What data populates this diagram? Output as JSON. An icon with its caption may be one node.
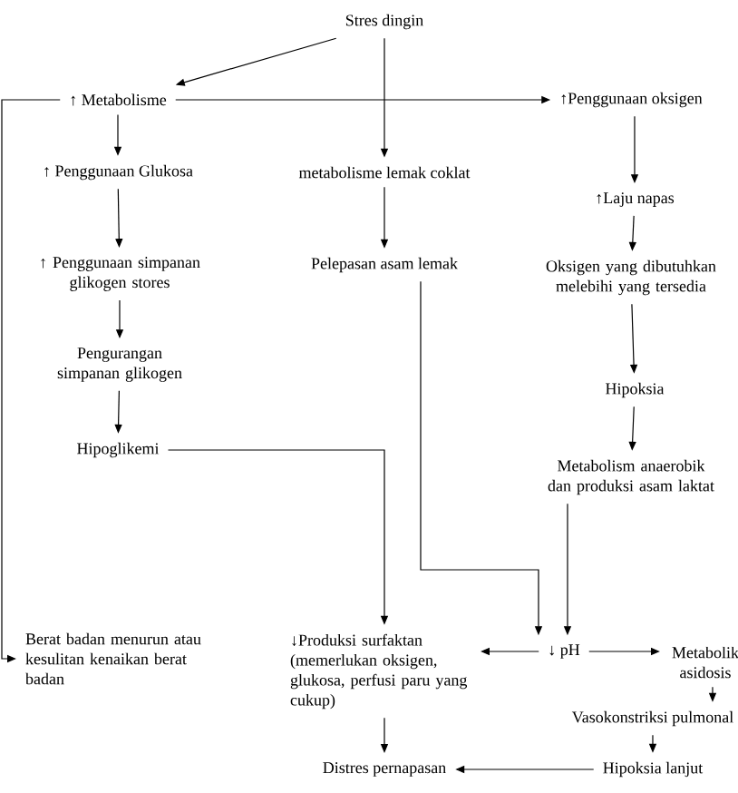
{
  "diagram": {
    "nodes": [
      {
        "text": [
          "Stres dingin"
        ]
      },
      {
        "text": [
          "↑ Metabolisme"
        ]
      },
      {
        "text": [
          "↑Penggunaan oksigen"
        ]
      },
      {
        "text": [
          "↑ Penggunaan Glukosa"
        ]
      },
      {
        "text": [
          "metabolisme lemak coklat"
        ]
      },
      {
        "text": [
          "↑Laju napas"
        ]
      },
      {
        "text": [
          "↑ Penggunaan simpanan glikogen stores"
        ]
      },
      {
        "text": [
          "Pelepasan asam lemak"
        ]
      },
      {
        "text": [
          "Oksigen yang dibutuhkan melebihi yang tersedia"
        ]
      },
      {
        "text": [
          "Pengurangan simpanan glikogen"
        ]
      },
      {
        "text": [
          "Hipoksia"
        ]
      },
      {
        "text": [
          "Hipoglikemi"
        ]
      },
      {
        "text": [
          "Metabolism anaerobik dan produksi asam laktat"
        ]
      },
      {
        "text": [
          "Berat badan menurun atau kesulitan kenaikan berat badan"
        ]
      },
      {
        "text": [
          "↓Produksi surfaktan (memerlukan oksigen, glukosa, perfusi paru yang cukup)"
        ]
      },
      {
        "text": [
          "↓ pH"
        ]
      },
      {
        "text": [
          "Metabolik asidosis"
        ]
      },
      {
        "text": [
          "Vasokonstriksi pulmonal"
        ]
      },
      {
        "text": [
          "Distres pernapasan"
        ]
      },
      {
        "text": [
          "Hipoksia lanjut"
        ]
      }
    ],
    "edges": [
      {
        "from": 0,
        "to": 1,
        "arrow": "to"
      },
      {
        "from": 0,
        "to": 4,
        "arrow": "to"
      },
      {
        "from": 1,
        "to": 2,
        "arrow": "to"
      },
      {
        "from": 1,
        "to": 13,
        "arrow": "to"
      },
      {
        "from": 1,
        "to": 3,
        "arrow": "to"
      },
      {
        "from": 3,
        "to": 6,
        "arrow": "to"
      },
      {
        "from": 6,
        "to": 9,
        "arrow": "to"
      },
      {
        "from": 9,
        "to": 11,
        "arrow": "to"
      },
      {
        "from": 11,
        "to": 14,
        "arrow": "to"
      },
      {
        "from": 4,
        "to": 7,
        "arrow": "to"
      },
      {
        "from": 7,
        "to": 15,
        "arrow": "to"
      },
      {
        "from": 2,
        "to": 5,
        "arrow": "to"
      },
      {
        "from": 5,
        "to": 8,
        "arrow": "to"
      },
      {
        "from": 8,
        "to": 10,
        "arrow": "to"
      },
      {
        "from": 10,
        "to": 12,
        "arrow": "to"
      },
      {
        "from": 12,
        "to": 15,
        "arrow": "to"
      },
      {
        "from": 15,
        "to": 14,
        "arrow": "to"
      },
      {
        "from": 15,
        "to": 16,
        "arrow": "to"
      },
      {
        "from": 16,
        "to": 17,
        "arrow": "to"
      },
      {
        "from": 17,
        "to": 19,
        "arrow": "to"
      },
      {
        "from": 14,
        "to": 18,
        "arrow": "to"
      },
      {
        "from": 19,
        "to": 18,
        "arrow": "to"
      }
    ]
  }
}
